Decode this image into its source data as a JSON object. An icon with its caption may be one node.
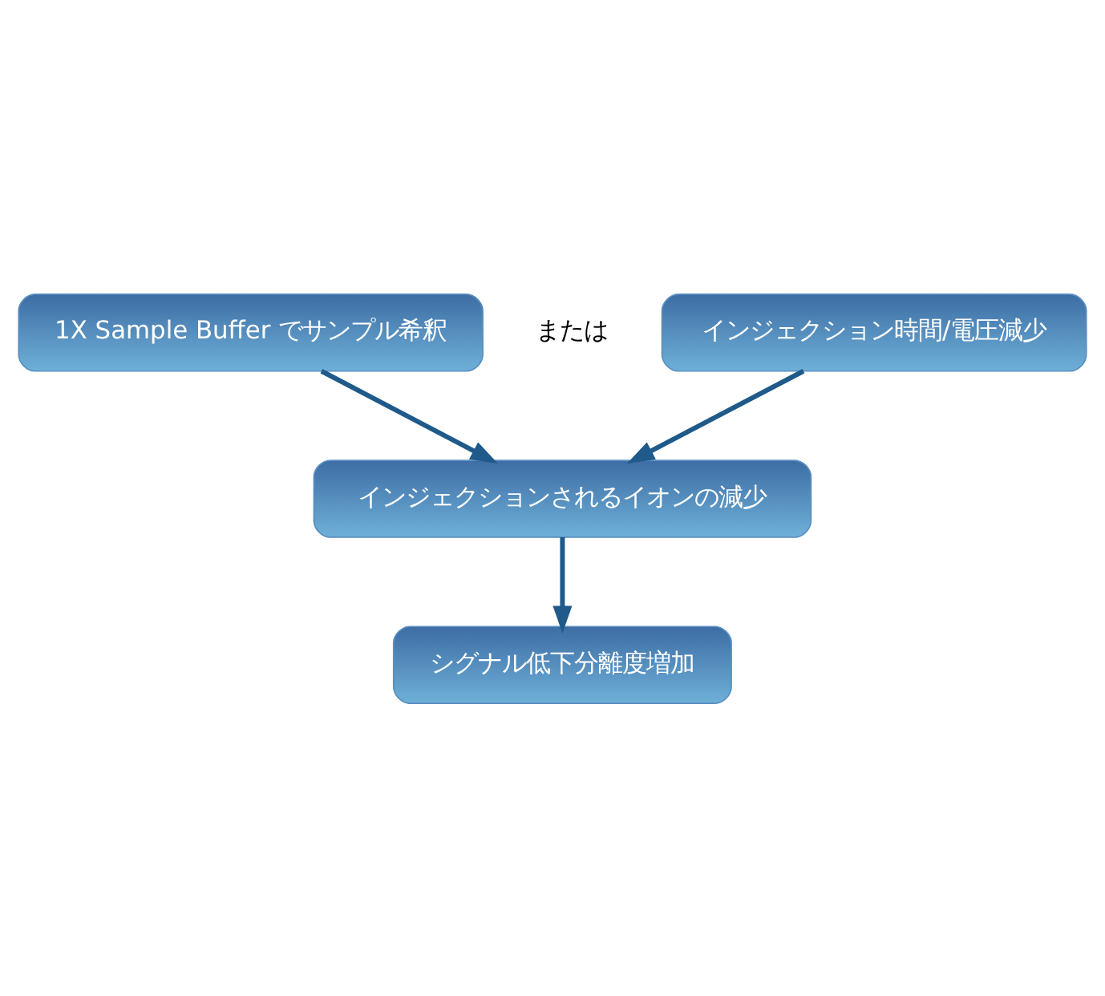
{
  "diagram": {
    "nodes": [
      {
        "text": [
          "1X Sample Buffer でサンプル希釈"
        ]
      },
      {
        "text": [
          "インジェクション時間/電圧減少"
        ]
      },
      {
        "text": [
          "インジェクションされるイオンの減少"
        ]
      },
      {
        "text": [
          "シグナル低下分離度増加"
        ]
      }
    ],
    "edges": [
      {
        "from": 0,
        "to": 2,
        "arrow": "to"
      },
      {
        "from": 1,
        "to": 2,
        "arrow": "to"
      },
      {
        "from": 2,
        "to": 3,
        "arrow": "to"
      }
    ],
    "labels": [
      "または"
    ]
  }
}
